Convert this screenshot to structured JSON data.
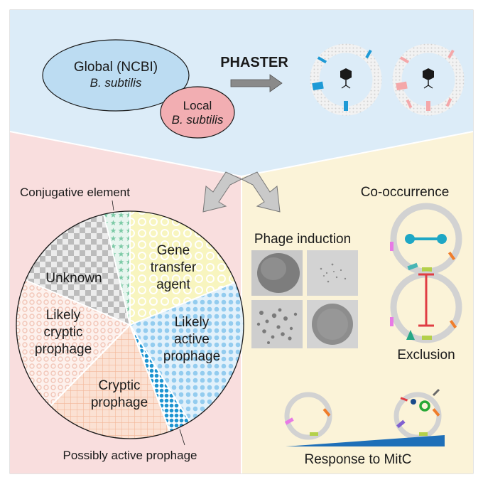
{
  "top": {
    "global_line1": "Global (NCBI)",
    "global_line2": "B. subtilis",
    "local_line1": "Local",
    "local_line2": "B. subtilis",
    "tool": "PHASTER"
  },
  "pie": {
    "conjugative": "Conjugative element",
    "unknown": "Unknown",
    "gta": [
      "Gene",
      "transfer",
      "agent"
    ],
    "likely_active": [
      "Likely",
      "active",
      "prophage"
    ],
    "likely_cryptic": [
      "Likely",
      "cryptic",
      "prophage"
    ],
    "cryptic": [
      "Cryptic",
      "prophage"
    ],
    "possibly_active": "Possibly active prophage"
  },
  "right": {
    "induction_title": "Phage induction",
    "co_occurrence": "Co-occurrence",
    "exclusion": "Exclusion",
    "mitc": "Response to MitC"
  },
  "colors": {
    "top_bg": "#dcecf8",
    "left_bg": "#f9dede",
    "right_bg": "#fbf3d8",
    "global_ellipse": "#bcdcf2",
    "local_ellipse": "#f2aeb2",
    "marker_blue": "#1e9ad6",
    "marker_pink": "#f4a7a9",
    "gta": "#f5f2a6",
    "likely_active": "#a6d3ef",
    "possibly_active": "#1e95d1",
    "cryptic": "#f8c2a6",
    "likely_cryptic": "#fbe0d8",
    "unknown": "#b8b8b8",
    "conjugative": "#8ed0b0"
  }
}
